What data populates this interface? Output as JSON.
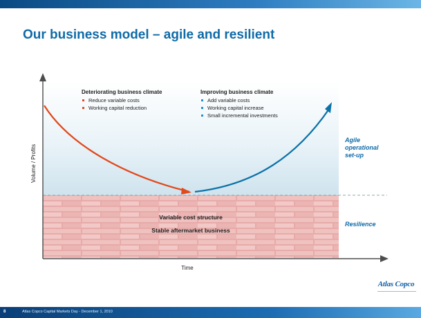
{
  "title": "Our business model – agile and resilient",
  "left_box": {
    "heading": "Deteriorating business climate",
    "bullets": [
      "Reduce variable costs",
      "Working capital reduction"
    ]
  },
  "right_box": {
    "heading": "Improving business climate",
    "bullets": [
      "Add variable costs",
      "Working capital increase",
      "Small incremental investments"
    ]
  },
  "wall": {
    "line1": "Variable cost structure",
    "line2": "Stable aftermarket business"
  },
  "side_labels": {
    "agile": [
      "Agile",
      "operational",
      "set-up"
    ],
    "resilience": "Resilience"
  },
  "axes": {
    "y_label": "Volume / Profits",
    "x_label": "Time"
  },
  "footer": {
    "page_number": "8",
    "text": "Atlas Copco Capital Markets Day - December 1, 2010"
  },
  "logo": "Atlas Copco",
  "colors": {
    "title": "#0f6ba8",
    "down_arrow": "#e2491c",
    "up_arrow": "#0b72a8",
    "bullet_left": "#e2491c",
    "bullet_right": "#1e8fd0",
    "side_label": "#0f6ba8"
  }
}
